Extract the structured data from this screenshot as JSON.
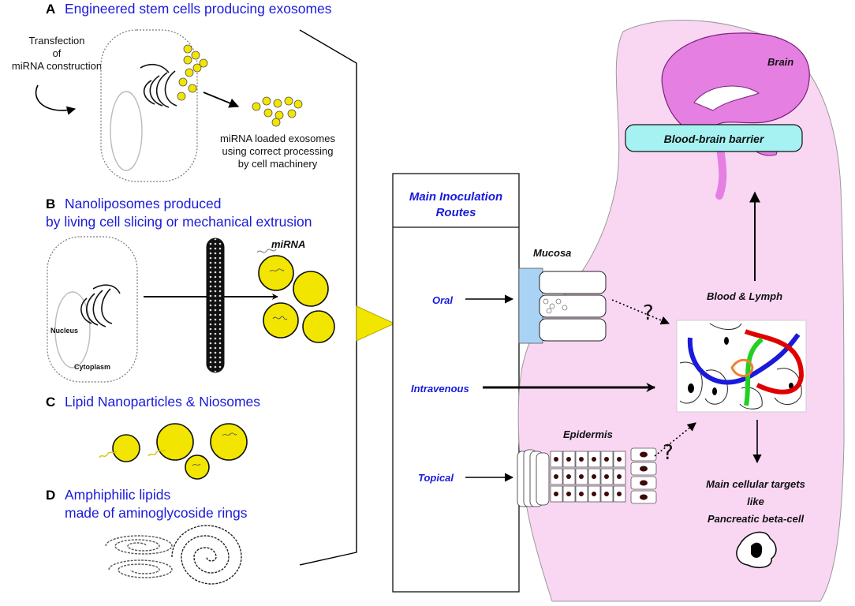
{
  "sections": {
    "a": {
      "letter": "A",
      "title": "Engineered stem cells producing exosomes",
      "transfection": [
        "Transfection",
        "of",
        "miRNA construction"
      ],
      "exosome_note": [
        "miRNA loaded exosomes",
        "using correct processing",
        "by cell machinery"
      ]
    },
    "b": {
      "letter": "B",
      "title": [
        "Nanoliposomes produced",
        "by living cell slicing or mechanical extrusion"
      ],
      "mirna_label": "miRNA",
      "nucleus_label": "Nucleus",
      "cytoplasm_label": "Cytoplasm"
    },
    "c": {
      "letter": "C",
      "title": "Lipid Nanoparticles & Niosomes"
    },
    "d": {
      "letter": "D",
      "title": [
        "Amphiphilic lipids",
        "made of aminoglycoside rings"
      ]
    }
  },
  "routes": {
    "title": [
      "Main Inoculation",
      "Routes"
    ],
    "oral": "Oral",
    "intravenous": "Intravenous",
    "topical": "Topical"
  },
  "body": {
    "brain": "Brain",
    "bbb": "Blood-brain barrier",
    "mucosa": "Mucosa",
    "epidermis": "Epidermis",
    "blood_lymph": "Blood & Lymph",
    "uncertain_mark": "?",
    "targets": [
      "Main cellular targets",
      "like",
      "Pancreatic beta-cell"
    ]
  },
  "colors": {
    "title_blue": "#1a1adb",
    "particle_yellow": "#f2e600",
    "body_pink": "#f9d7f3",
    "brain_magenta": "#e57fe2",
    "bbb_cyan": "#a6f2f2",
    "mucosa_blue": "#a9d3f5"
  }
}
